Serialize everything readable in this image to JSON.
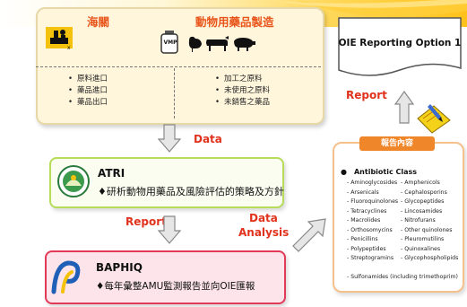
{
  "top_panel": {
    "customs_title": "海關",
    "vmp_title": "動物用藥品製造",
    "vmp_label": "VMP",
    "left_items": [
      "原料進口",
      "藥品進口",
      "藥品出口"
    ],
    "right_items": [
      "加工之原料",
      "未使用之原料",
      "未銷售之藥品"
    ]
  },
  "flow_labels": {
    "data": "Data",
    "report_left": "Report",
    "data_analysis_line1": "Data",
    "data_analysis_line2": "Analysis",
    "report_right": "Report"
  },
  "atri": {
    "title": "ATRI",
    "description": "♦研析動物用藥品及風險評估的策略及方針"
  },
  "baphiq": {
    "title": "BAPHIQ",
    "description": "♦每年彙整AMU監測報告並向OIE匯報"
  },
  "oie": {
    "label": "OIE Reporting Option 1"
  },
  "report_content": {
    "header": "報告內容",
    "class_title": "Antibiotic Class",
    "classes_left": [
      "- Aminoglycosides",
      "- Arsenicals",
      "- Fluoroquinolones",
      "- Tetracyclines",
      "- Macrolides",
      "- Orthosomycins",
      "- Penicillins",
      "- Polypeptides",
      "- Streptogramins"
    ],
    "classes_right": [
      "- Amphenicols",
      "- Cephalosporins",
      "- Glycopeptides",
      "- Lincosamides",
      "- Nitrofurans",
      "- Other quinolones",
      "- Pleuromutilins",
      "- Quinoxalines",
      "- Glycophospholipids"
    ],
    "classes_last": "- Sulfonamides (including trimethoprim)"
  },
  "colors": {
    "orange_title": "#e8541a",
    "red_label": "#e0321c",
    "atri_border": "#b6dc5a",
    "baphiq_border": "#e33958",
    "report_header": "#f0862a"
  }
}
